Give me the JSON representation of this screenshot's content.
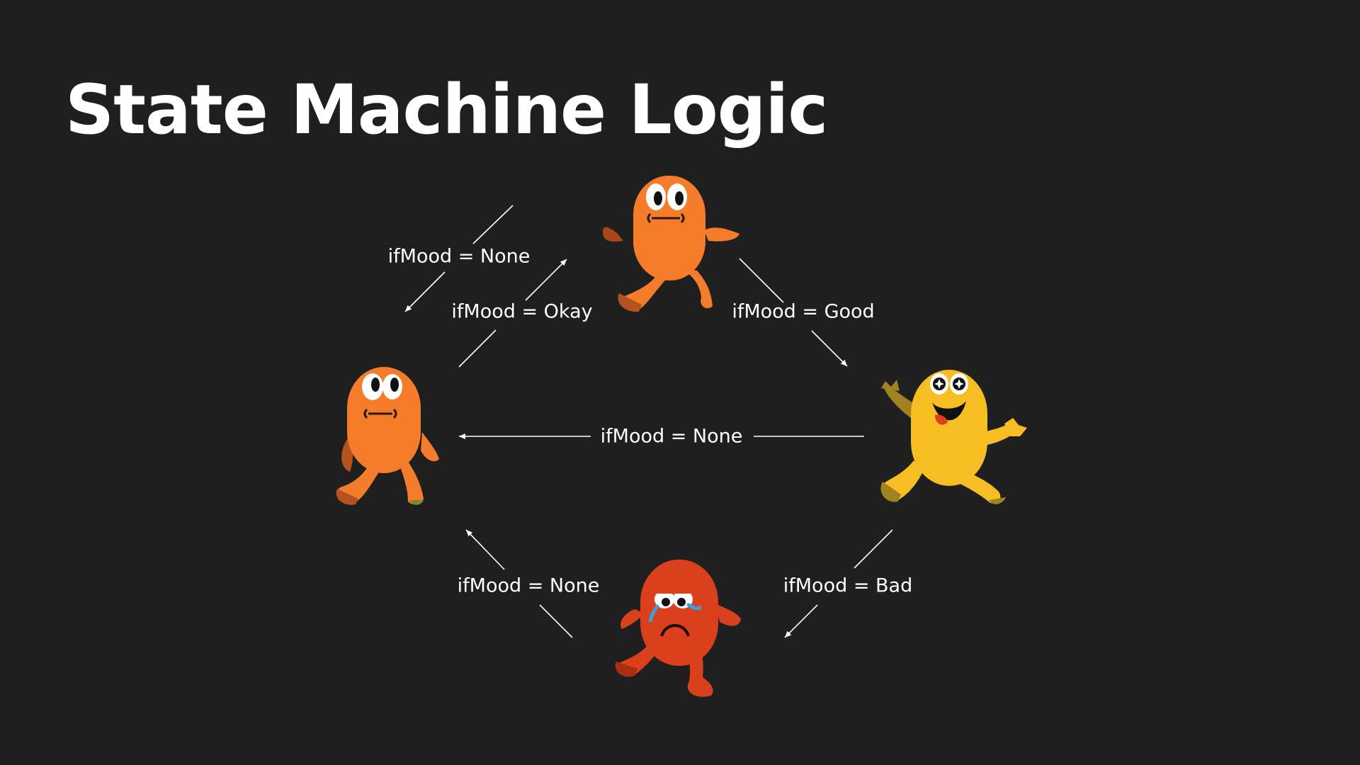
{
  "slide": {
    "title": "State Machine Logic"
  },
  "colors": {
    "background": "#1f1f1f",
    "neutral": "#f47c2a",
    "happy": "#f6be22",
    "sad": "#d9401b",
    "text": "#ffffff"
  },
  "states": [
    {
      "name": "neutral-start",
      "mood": "neutral"
    },
    {
      "name": "neutral-idle",
      "mood": "neutral"
    },
    {
      "name": "happy",
      "mood": "happy"
    },
    {
      "name": "sad",
      "mood": "sad"
    }
  ],
  "transitions": {
    "top_none": "ifMood = None",
    "okay": "ifMood = Okay",
    "good": "ifMood = Good",
    "middle_none": "ifMood = None",
    "bottom_none": "ifMood = None",
    "bad": "ifMood = Bad"
  }
}
